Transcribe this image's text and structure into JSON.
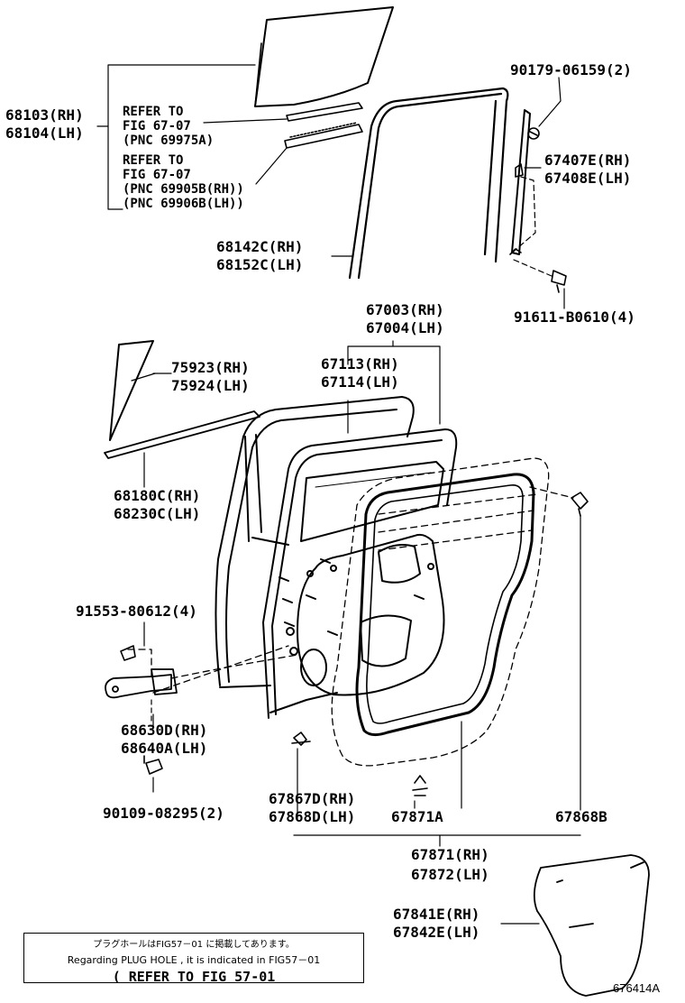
{
  "labels": {
    "p68103": "68103(RH)",
    "p68104": "68104(LH)",
    "refer1a": "REFER TO",
    "refer1b": "FIG 67-07",
    "refer1c": "(PNC 69975A)",
    "refer2a": "REFER TO",
    "refer2b": "FIG 67-07",
    "refer2c": "(PNC 69905B(RH))",
    "refer2d": "(PNC 69906B(LH))",
    "p90179": "90179-06159(2)",
    "p67407": "67407E(RH)",
    "p67408": "67408E(LH)",
    "p68142": "68142C(RH)",
    "p68152": "68152C(LH)",
    "p91611": "91611-B0610(4)",
    "p67003": "67003(RH)",
    "p67004": "67004(LH)",
    "p67113": "67113(RH)",
    "p67114": "67114(LH)",
    "p75923": "75923(RH)",
    "p75924": "75924(LH)",
    "p68180": "68180C(RH)",
    "p68230": "68230C(LH)",
    "p91553": "91553-80612(4)",
    "p68630": "68630D(RH)",
    "p68640": "68640A(LH)",
    "p90109": "90109-08295(2)",
    "p67867": "67867D(RH)",
    "p67868d": "67868D(LH)",
    "p67871a": "67871A",
    "p67868b": "67868B",
    "p67871": "67871(RH)",
    "p67872": "67872(LH)",
    "p67841": "67841E(RH)",
    "p67842": "67842E(LH)"
  },
  "note": {
    "line1": "プラグホールはFIG57－01 に掲載してあります。",
    "line2": "Regarding PLUG HOLE , it is indicated in FIG57－01",
    "line3": "( REFER TO FIG 57-01"
  },
  "figure_id": "676414A"
}
